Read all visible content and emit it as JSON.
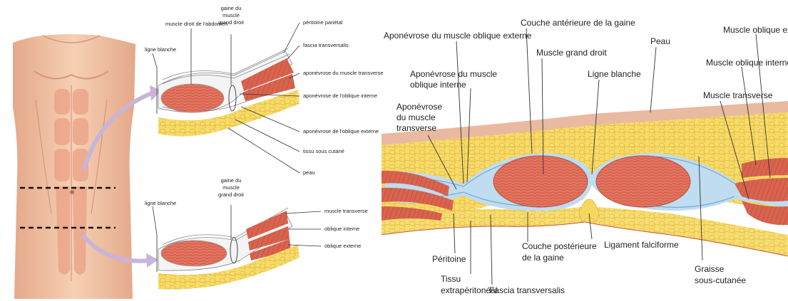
{
  "colors": {
    "skin": "#f2c4a4",
    "skin_dark": "#d99e80",
    "muscle": "#e0705e",
    "muscle_light": "#f09a88",
    "fat": "#f6d860",
    "fat_dark": "#e5b93a",
    "aponeurosis": "#bfdcf0",
    "aponeurosis_line": "#6f9fc9",
    "arrow": "#c8b4d8",
    "leader": "#333333"
  },
  "left": {
    "top_section": {
      "muscle_droit": "muscle droit de l'abdomen",
      "ligne_blanche": "ligne blanche",
      "gaine_1": "gaine du",
      "gaine_2": "muscle",
      "gaine_3": "grand droit",
      "peritoine": "péritoine pariétal",
      "fascia": "fascia transversalis",
      "apo_transverse": "aponévrose du muscle transverse",
      "apo_oblique_interne": "aponévrose de l'oblique interne",
      "apo_oblique_externe": "aponévrose de l'oblique externe",
      "tissu": "tissu sous cutané",
      "peau": "peau"
    },
    "bottom_section": {
      "ligne_blanche": "ligne blanche",
      "gaine_1": "gaine du",
      "gaine_2": "muscle",
      "gaine_3": "grand droit",
      "muscle_transverse": "muscle transverse",
      "oblique_interne": "oblique interne",
      "oblique_externe": "oblique externe"
    }
  },
  "right": {
    "apo_oblique_externe": "Aponévrose du muscle oblique externe",
    "couche_anterieure": "Couche antérieure de la gaine",
    "muscle_grand_droit": "Muscle grand droit",
    "peau": "Peau",
    "muscle_oblique_externe": "Muscle oblique externe",
    "apo_oblique_interne_1": "Aponévrose du muscle",
    "apo_oblique_interne_2": "oblique interne",
    "ligne_blanche": "Ligne blanche",
    "muscle_oblique_interne": "Muscle oblique interne",
    "apo_transverse_1": "Aponévrose",
    "apo_transverse_2": "du muscle",
    "apo_transverse_3": "transverse",
    "muscle_transverse": "Muscle transverse",
    "ligament": "Ligament falciforme",
    "couche_posterieure_1": "Couche postérieure",
    "couche_posterieure_2": "de la gaine",
    "peritoine": "Péritoine",
    "tissu_1": "Tissu",
    "tissu_2": "extrapéritonéal",
    "fascia": "Fascia transversalis",
    "graisse_1": "Graisse",
    "graisse_2": "sous-cutanée"
  }
}
